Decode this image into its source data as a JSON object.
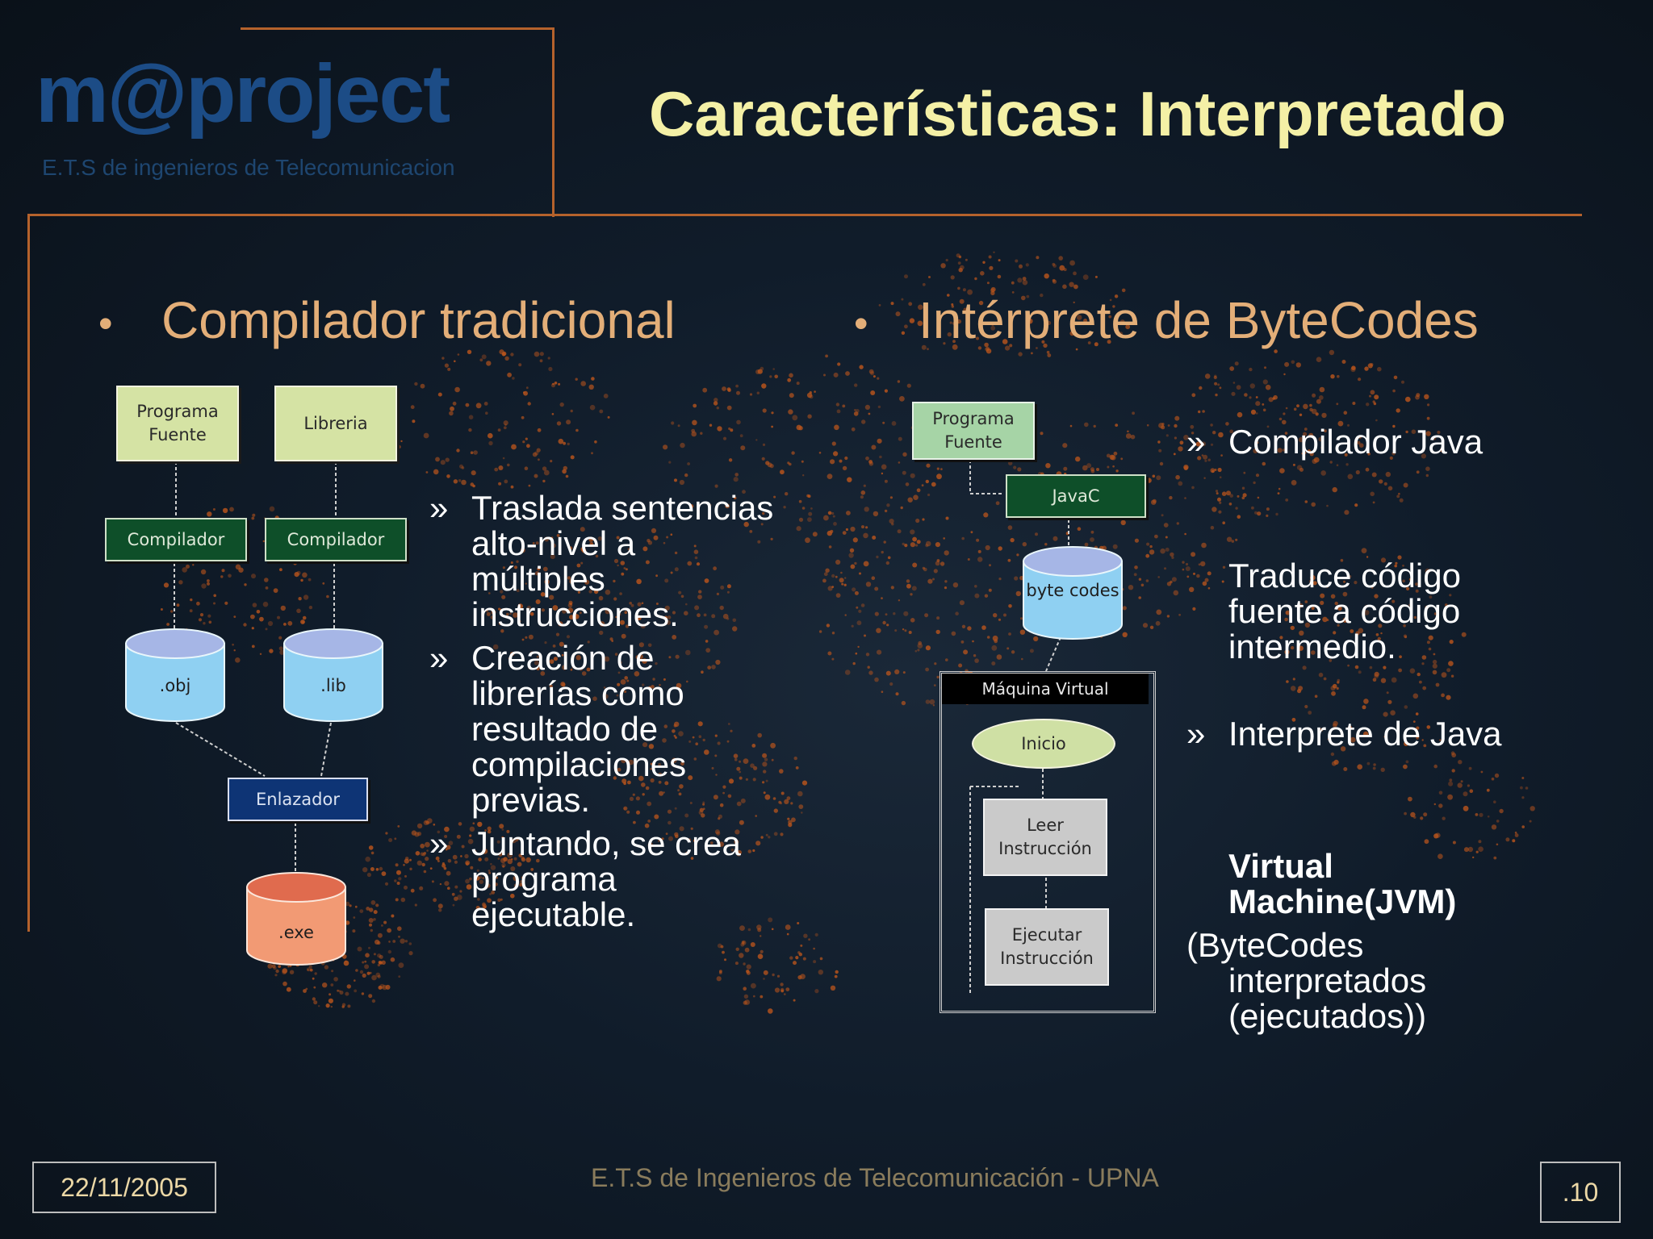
{
  "header": {
    "logo_text": "m@project",
    "logo_subtitle": "E.T.S de ingenieros de Telecomunicacion",
    "title": "Características: Interpretado"
  },
  "left": {
    "heading": "Compilador tradicional",
    "diagram": {
      "programa_fuente": "Programa Fuente",
      "libreria": "Libreria",
      "compilador_1": "Compilador",
      "compilador_2": "Compilador",
      "obj": ".obj",
      "lib": ".lib",
      "enlazador": "Enlazador",
      "exe": ".exe"
    },
    "points": [
      "Traslada sentencias alto-nivel a múltiples instrucciones.",
      "Creación de librerías como resultado de compilaciones previas.",
      "Juntando, se crea programa ejecutable."
    ]
  },
  "right": {
    "heading": "Intérprete de ByteCodes",
    "diagram": {
      "programa_fuente": "Programa Fuente",
      "javac": "JavaC",
      "bytecodes": "byte codes",
      "vm_title": "Máquina Virtual",
      "inicio": "Inicio",
      "leer": "Leer Instrucción",
      "ejecutar": "Ejecutar Instrucción"
    },
    "points": {
      "compilador_java": "Compilador Java",
      "traduce": "Traduce código fuente a código intermedio.",
      "interprete": "Interprete de Java",
      "vm_bold": "Virtual Machine(JVM)",
      "vm_rest_1": "(ByteCodes",
      "vm_rest_2": "interpretados",
      "vm_rest_3": "(ejecutados))"
    },
    "bullet_symbol": "»"
  },
  "footer": {
    "date": "22/11/2005",
    "center": "E.T.S de Ingenieros de Telecomunicación - UPNA",
    "page": ".10"
  },
  "colors": {
    "title": "#f4f0a6",
    "heading": "#e3ae78",
    "frame": "#b5622c",
    "background": "#101c2a"
  }
}
